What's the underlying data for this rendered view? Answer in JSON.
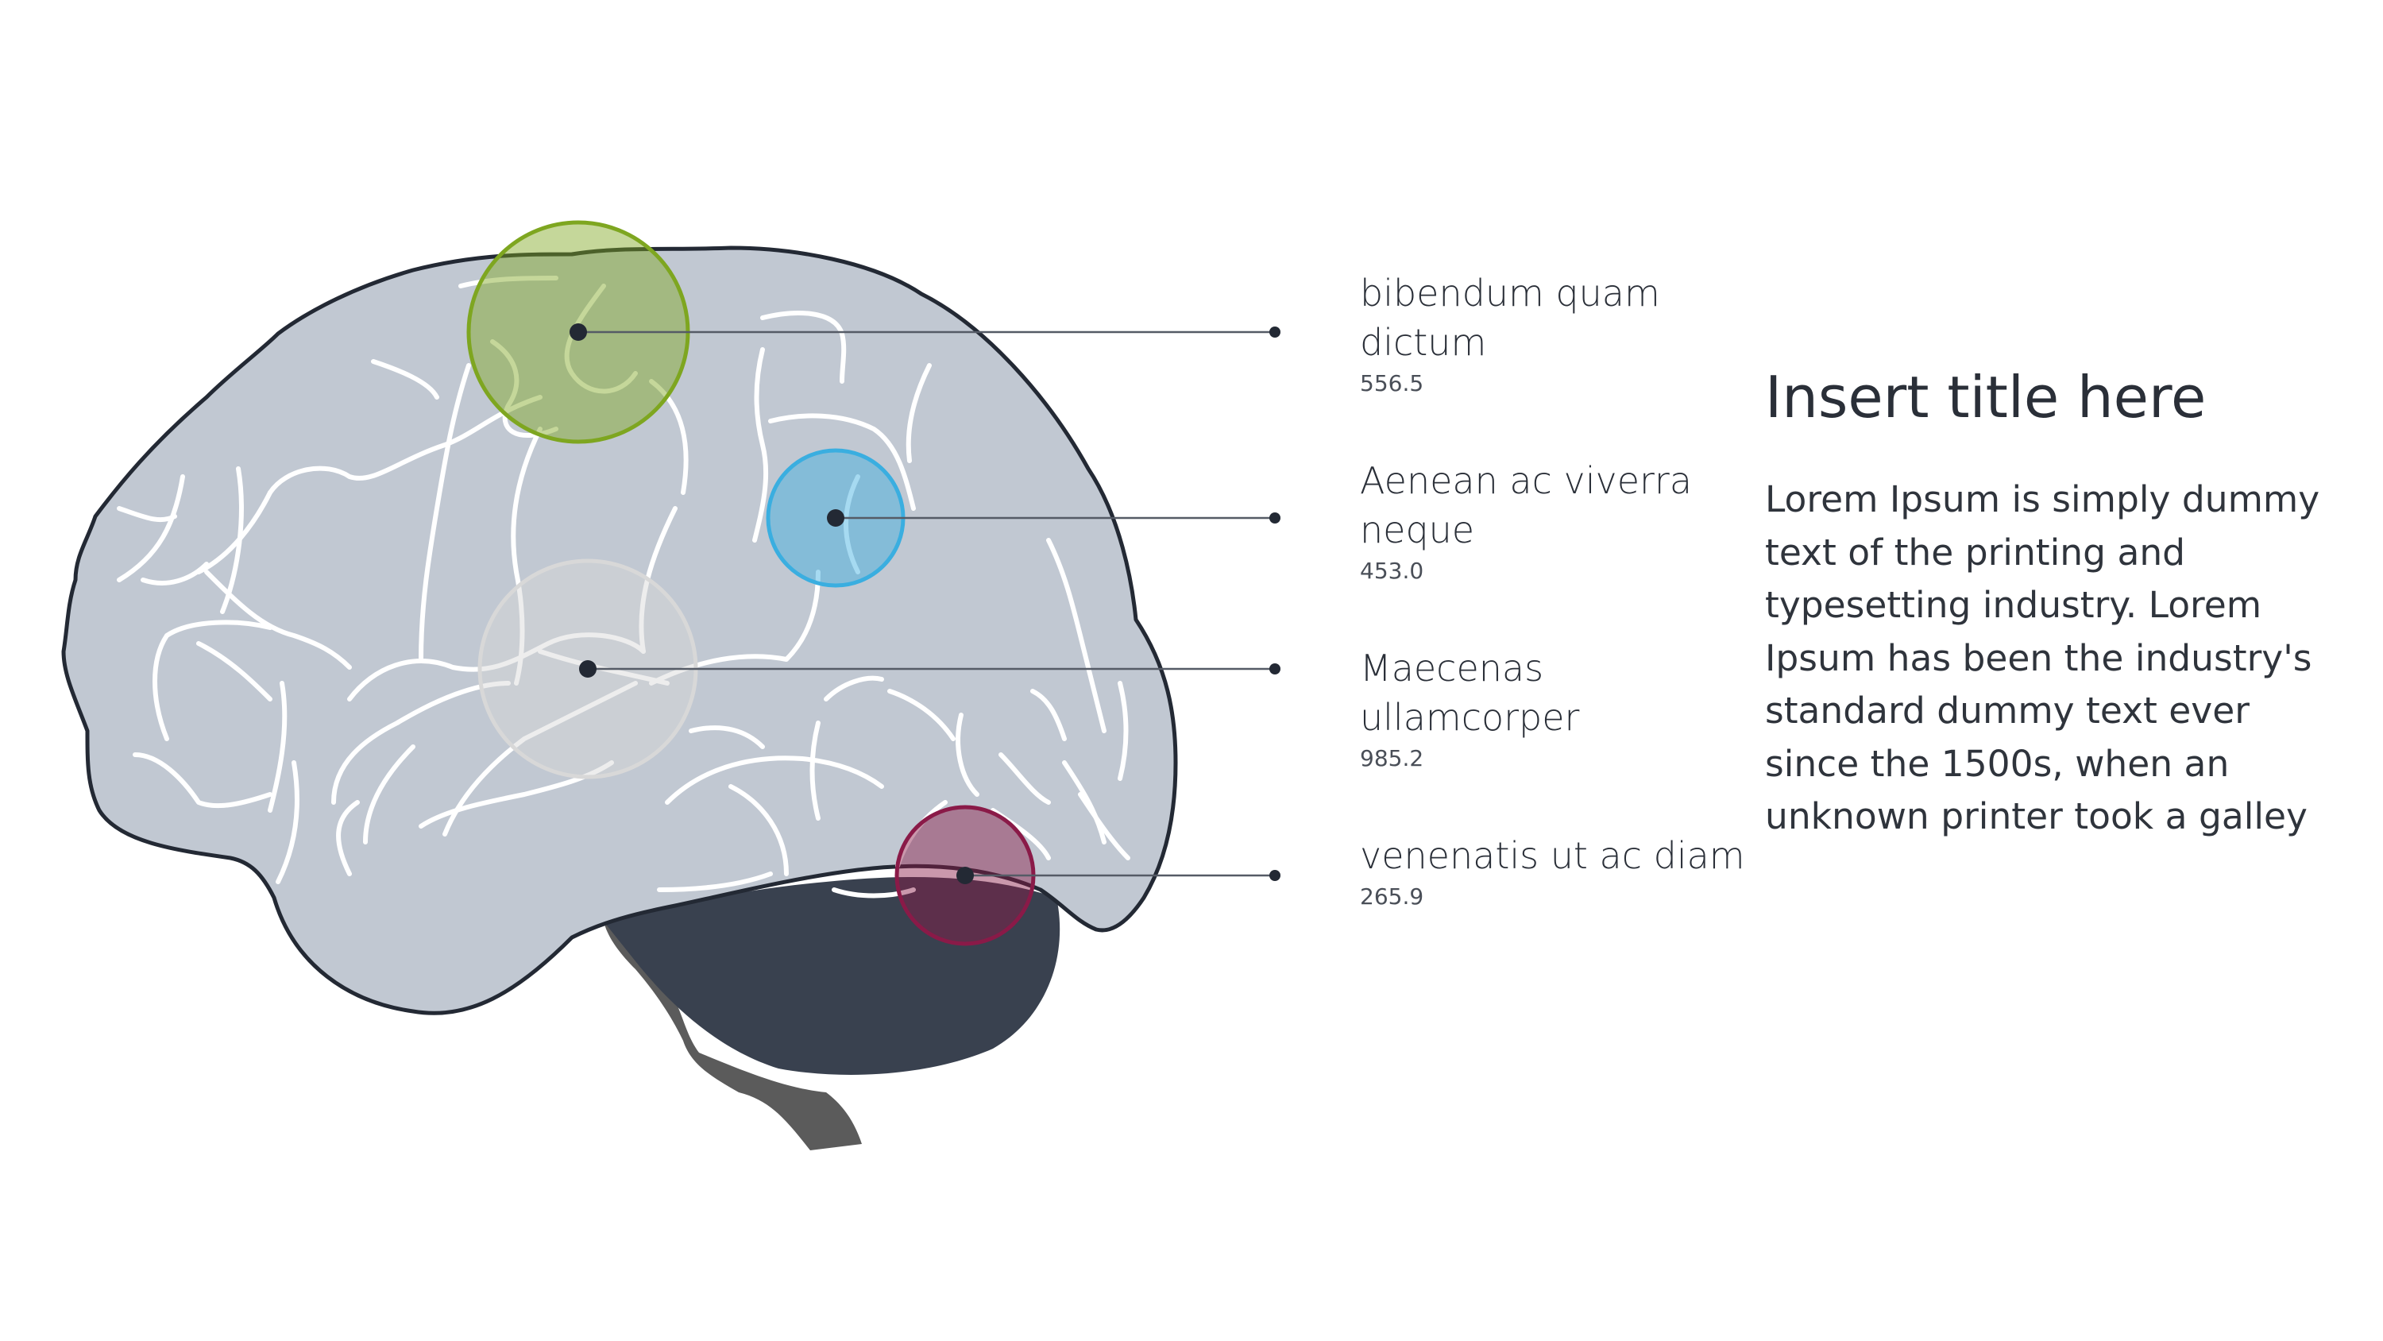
{
  "title": "Insert title here",
  "body": "Lorem Ipsum is simply dummy text of the printing and typesetting industry. Lorem Ipsum has been the industry's standard dummy text ever since the 1500s, when an unknown printer took a galley",
  "colors": {
    "brain_fill": "#c1c8d2",
    "outline": "#232934",
    "cerebellum": "#39414f",
    "stem": "#5b5b5b",
    "callout_line": "#555b66"
  },
  "regions": [
    {
      "label": "bibendum quam dictum",
      "value": "556.5",
      "color": "#7ea620"
    },
    {
      "label": "Aenean ac viverra neque",
      "value": "453.0",
      "color": "#3aaee0"
    },
    {
      "label": "Maecenas ullamcorper",
      "value": "985.2",
      "color": "#d8d8d8"
    },
    {
      "label": "venenatis ut ac diam",
      "value": "265.9",
      "color": "#8a1a48"
    }
  ]
}
